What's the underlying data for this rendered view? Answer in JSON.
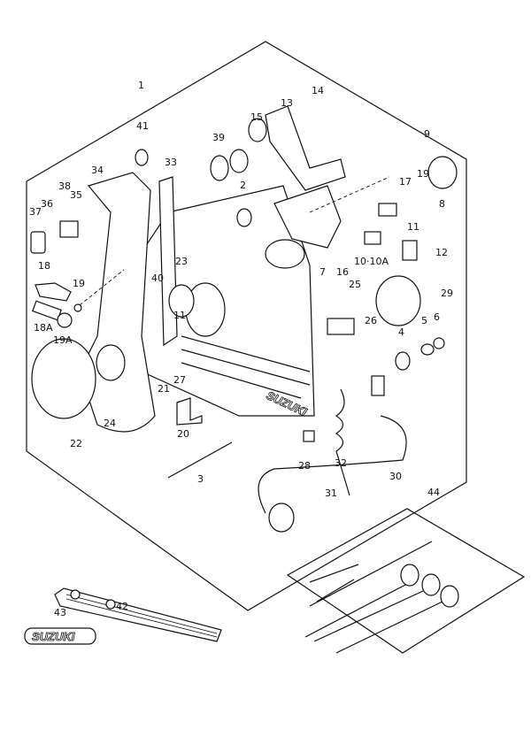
{
  "diagram": {
    "type": "exploded parts diagram",
    "brand_logo_text": "SUZUKI",
    "labels": [
      "1",
      "41",
      "33",
      "34",
      "38",
      "35",
      "36",
      "37",
      "39",
      "15",
      "13",
      "14",
      "2",
      "9",
      "19",
      "17",
      "8",
      "11",
      "12",
      "10·10A",
      "16",
      "7",
      "25",
      "29",
      "26",
      "5",
      "6",
      "4",
      "23",
      "40",
      "11",
      "18",
      "19",
      "18A",
      "19A",
      "21",
      "27",
      "20",
      "24",
      "22",
      "3",
      "28",
      "32",
      "31",
      "30",
      "44",
      "43",
      "42"
    ]
  }
}
